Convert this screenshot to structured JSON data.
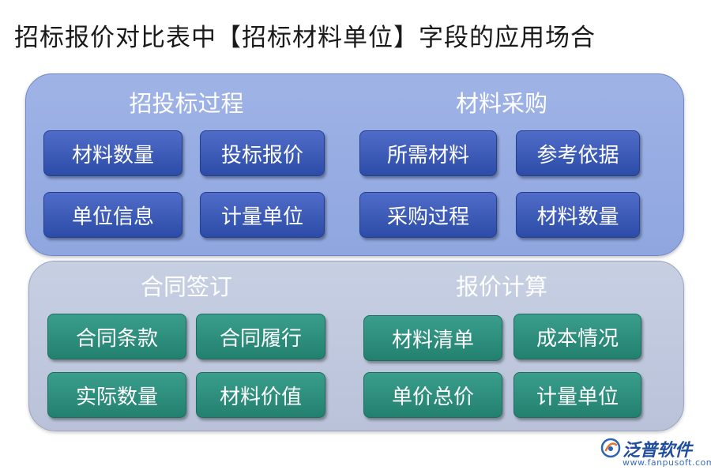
{
  "title": "招标报价对比表中【招标材料单位】字段的应用场合",
  "top_panel": {
    "left_group": {
      "title": "招投标过程",
      "items": [
        "材料数量",
        "投标报价",
        "单位信息",
        "计量单位"
      ]
    },
    "right_group": {
      "title": "材料采购",
      "items": [
        "所需材料",
        "参考依据",
        "采购过程",
        "材料数量"
      ]
    }
  },
  "bottom_panel": {
    "left_group": {
      "title": "合同签订",
      "items": [
        "合同条款",
        "合同履行",
        "实际数量",
        "材料价值"
      ]
    },
    "right_group": {
      "title": "报价计算",
      "items": [
        "材料清单",
        "成本情况",
        "单价总价",
        "计量单位"
      ]
    }
  },
  "logo": {
    "name": "泛普软件",
    "url": "www.fanpusoft.com"
  },
  "colors": {
    "top_panel": "#95abe2",
    "bottom_panel": "#c0c8dd",
    "blue_box": "#3a58b8",
    "teal_box": "#2a8c7a"
  }
}
